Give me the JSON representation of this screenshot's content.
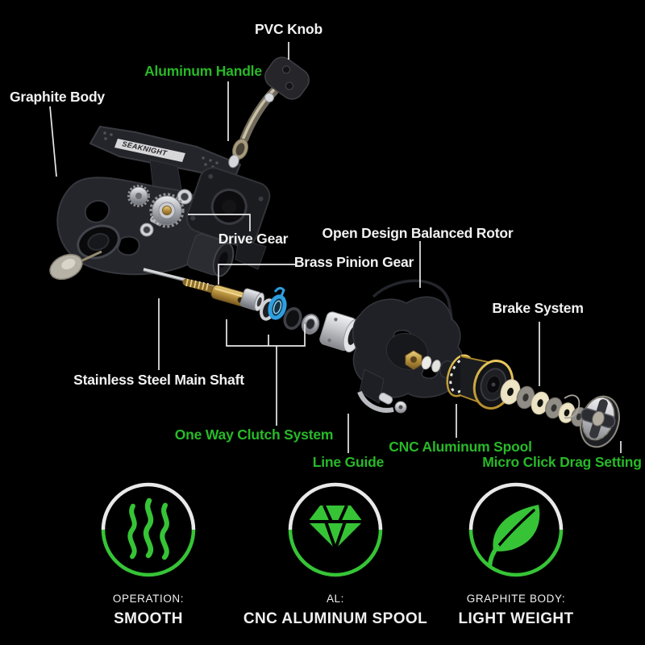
{
  "colors": {
    "label_white": "#f2f2f2",
    "label_green": "#28b928",
    "icon_green": "#36c436",
    "circle_white": "#e9e9e9",
    "caption_white": "#f0f0f0",
    "leader": "#e9e9e9",
    "blue_clutch": "#2d9fe0",
    "brass": "#b8913f",
    "spool_gold": "#d4a93c",
    "background": "#000000"
  },
  "brand_text": "SEAKNIGHT",
  "part_labels": {
    "pvc_knob": "PVC Knob",
    "aluminum_handle": "Aluminum Handle",
    "graphite_body": "Graphite Body",
    "drive_gear": "Drive Gear",
    "open_rotor": "Open Design Balanced Rotor",
    "brass_pinion": "Brass Pinion Gear",
    "brake_system": "Brake System",
    "main_shaft": "Stainless Steel Main Shaft",
    "one_way_clutch": "One Way Clutch System",
    "line_guide": "Line Guide",
    "cnc_spool": "CNC Aluminum Spool",
    "micro_click": "Micro Click Drag Setting"
  },
  "features": [
    {
      "icon": "smooth-waves-icon",
      "line1": "OPERATION:",
      "line2": "SMOOTH"
    },
    {
      "icon": "diamond-icon",
      "line1": "AL:",
      "line2": "CNC ALUMINUM SPOOL"
    },
    {
      "icon": "leaf-icon",
      "line1": "GRAPHITE BODY:",
      "line2": "LIGHT WEIGHT"
    }
  ]
}
